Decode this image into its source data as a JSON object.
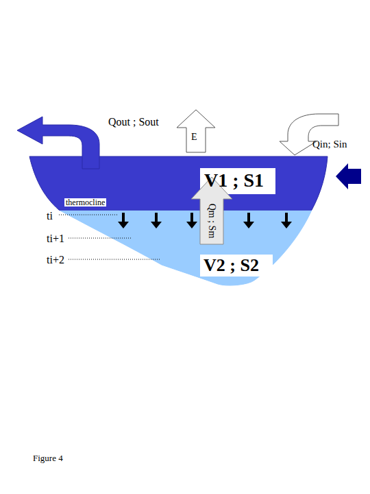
{
  "diagram": {
    "caption": "Figure 4",
    "labels": [
      "Qout ; Sout",
      "E",
      "Qin; Sin",
      "V1 ; S1",
      "thermocline",
      "Qm ; Sm",
      "ti",
      "ti+1",
      "ti+2",
      "V2 ; S2"
    ]
  }
}
